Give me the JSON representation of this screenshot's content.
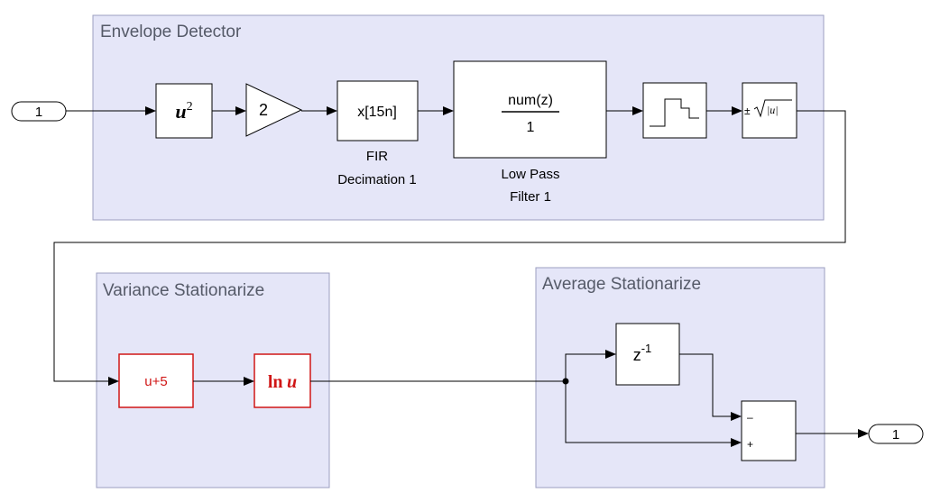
{
  "areas": {
    "envelope": "Envelope Detector",
    "variance": "Variance Stationarize",
    "average": "Average Stationarize"
  },
  "ports": {
    "inport": "1",
    "outport": "1"
  },
  "blocks": {
    "square": {
      "base": "u",
      "exp": "2"
    },
    "gain": "2",
    "decimation": {
      "text": "x[15n]",
      "name_line1": "FIR",
      "name_line2": "Decimation 1"
    },
    "lowpass": {
      "num": "num(z)",
      "den": "1",
      "name_line1": "Low Pass",
      "name_line2": "Filter 1"
    },
    "sqrt": {
      "prefix": "±",
      "arg": "|u|"
    },
    "bias": "u+5",
    "log": {
      "fn": "ln",
      "arg": "u"
    },
    "delay": {
      "base": "z",
      "exp": "-1"
    },
    "sum": {
      "minus": "–",
      "plus": "+"
    }
  },
  "colors": {
    "area_fill": "#e5e6f8",
    "highlight": "#d01616"
  },
  "icons": [
    "zero-order-hold-icon",
    "sqrt-icon"
  ]
}
